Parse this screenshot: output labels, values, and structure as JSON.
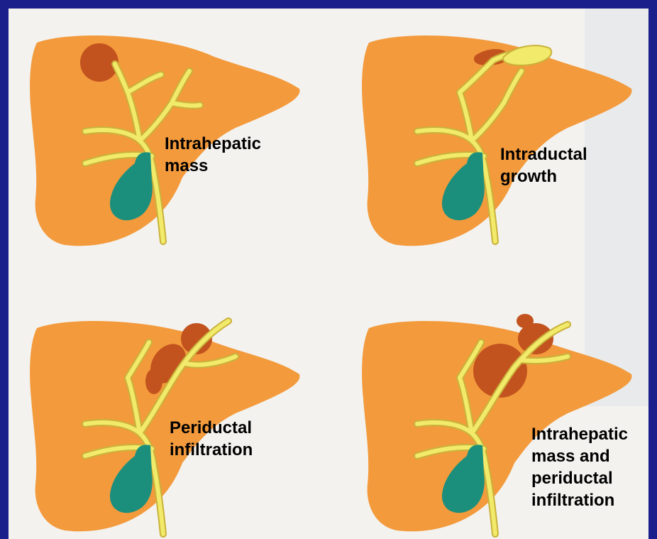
{
  "diagram": {
    "panels": [
      {
        "id": "intrahepatic-mass",
        "label_lines": [
          "Intrahepatic",
          "mass"
        ]
      },
      {
        "id": "intraductal-growth",
        "label_lines": [
          "Intraductal",
          "growth"
        ]
      },
      {
        "id": "periductal-infiltration",
        "label_lines": [
          "Periductal",
          "infiltration"
        ]
      },
      {
        "id": "intrahepatic-mass-and-periductal-infiltration",
        "label_lines": [
          "Intrahepatic",
          "mass and",
          "periductal",
          "infiltration"
        ]
      }
    ],
    "colors": {
      "border": "#1b1f8c",
      "page": "#f3f2ee",
      "liver": "#f39a3c",
      "bile_duct": "#f2ea6a",
      "duct_outline": "#c9b23a",
      "gallbladder": "#1c8f7c",
      "tumor": "#c2521e"
    }
  }
}
